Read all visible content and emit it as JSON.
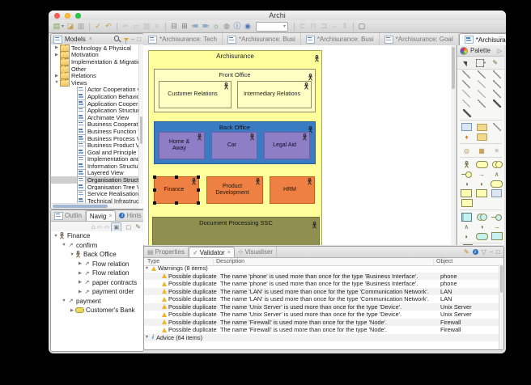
{
  "window": {
    "title": "Archi"
  },
  "colors": {
    "canvas_yellow": "#ffff9b",
    "inner_yellow": "#ffffc4",
    "back_office_blue": "#3a7cc4",
    "unit_purple": "#8d7ec5",
    "dept_orange": "#ef8044",
    "ssc_olive": "#8f8f4f"
  },
  "toolbar": {
    "items": [
      {
        "n": "new-button",
        "g": "▤",
        "c": "#7aa34e",
        "en": true,
        "dd": true
      },
      {
        "n": "open-button",
        "g": "◪",
        "c": "#c8a24e",
        "en": true
      },
      {
        "n": "save-button",
        "g": "▥",
        "c": "#9a9a9a",
        "en": true
      },
      {
        "n": "sep"
      },
      {
        "n": "validate-button",
        "g": "✓",
        "c": "#d99a2b",
        "en": true
      },
      {
        "n": "undo-button",
        "g": "↶",
        "c": "#c8a24e",
        "en": true
      },
      {
        "n": "sep"
      },
      {
        "n": "cut-button",
        "g": "✂",
        "en": false
      },
      {
        "n": "copy-button",
        "g": "▱",
        "en": false
      },
      {
        "n": "paste-button",
        "g": "▨",
        "en": false
      },
      {
        "n": "delete-button",
        "g": "×",
        "en": false
      },
      {
        "n": "sep"
      },
      {
        "n": "collapse-all-button",
        "g": "⊟",
        "c": "#777",
        "en": true
      },
      {
        "n": "layout-button",
        "g": "⊞",
        "c": "#777",
        "en": true
      },
      {
        "n": "outline-view-button",
        "g": "≔",
        "c": "#4a78b5",
        "en": true
      },
      {
        "n": "navigator-view-button",
        "g": "≕",
        "c": "#4a78b5",
        "en": true
      },
      {
        "n": "preferences-button",
        "g": "☼",
        "c": "#3f9e4f",
        "en": true
      },
      {
        "n": "settings-button",
        "g": "◍",
        "c": "#888",
        "en": true
      },
      {
        "n": "info-button",
        "g": "ⓘ",
        "c": "#2f6fbe",
        "en": true
      },
      {
        "n": "browser-button",
        "g": "◉",
        "c": "#4a78b5",
        "en": true
      },
      {
        "n": "zoom-combo",
        "combo": true
      },
      {
        "n": "sep"
      },
      {
        "n": "align-left-button",
        "g": "⊏",
        "en": false
      },
      {
        "n": "align-center-button",
        "g": "⊓",
        "en": false
      },
      {
        "n": "align-right-button",
        "g": "⊐",
        "en": false
      },
      {
        "n": "match-width-button",
        "g": "⇔",
        "en": false
      },
      {
        "n": "match-height-button",
        "g": "⇕",
        "en": false
      },
      {
        "n": "sep"
      },
      {
        "n": "fullscreen-button",
        "g": "▢",
        "c": "#666",
        "en": true
      }
    ]
  },
  "models_panel": {
    "title": "Models",
    "items": [
      {
        "depth": 1,
        "arrow": "▶",
        "icon": "folder",
        "label": "Technology & Physical"
      },
      {
        "depth": 1,
        "arrow": "▶",
        "icon": "folder",
        "label": "Motivation"
      },
      {
        "depth": 1,
        "arrow": "",
        "icon": "folder",
        "label": "Implementation & Migration"
      },
      {
        "depth": 1,
        "arrow": "",
        "icon": "folder",
        "label": "Other"
      },
      {
        "depth": 1,
        "arrow": "▶",
        "icon": "folder",
        "label": "Relations"
      },
      {
        "depth": 1,
        "arrow": "▼",
        "icon": "folder",
        "label": "Views"
      },
      {
        "depth": 2,
        "arrow": "",
        "icon": "view",
        "label": "Actor Cooperation view"
      },
      {
        "depth": 2,
        "arrow": "",
        "icon": "view",
        "label": "Application Behaviour View"
      },
      {
        "depth": 2,
        "arrow": "",
        "icon": "view",
        "label": "Application Cooperation View"
      },
      {
        "depth": 2,
        "arrow": "",
        "icon": "view",
        "label": "Application Structure View"
      },
      {
        "depth": 2,
        "arrow": "",
        "icon": "view",
        "label": "Archimate View"
      },
      {
        "depth": 2,
        "arrow": "",
        "icon": "view",
        "label": "Business Cooperation View"
      },
      {
        "depth": 2,
        "arrow": "",
        "icon": "view",
        "label": "Business Function View"
      },
      {
        "depth": 2,
        "arrow": "",
        "icon": "view",
        "label": "Business Process View"
      },
      {
        "depth": 2,
        "arrow": "",
        "icon": "view",
        "label": "Business Product View"
      },
      {
        "depth": 2,
        "arrow": "",
        "icon": "view",
        "label": "Goal and Principle View"
      },
      {
        "depth": 2,
        "arrow": "",
        "icon": "view",
        "label": "Implementation and Installati"
      },
      {
        "depth": 2,
        "arrow": "",
        "icon": "view",
        "label": "Information Structure View"
      },
      {
        "depth": 2,
        "arrow": "",
        "icon": "view",
        "label": "Layered View"
      },
      {
        "depth": 2,
        "arrow": "",
        "icon": "view",
        "label": "Organisation Structure View",
        "selected": true
      },
      {
        "depth": 2,
        "arrow": "",
        "icon": "view",
        "label": "Organisation Tree View"
      },
      {
        "depth": 2,
        "arrow": "",
        "icon": "view",
        "label": "Service Realisation View"
      },
      {
        "depth": 2,
        "arrow": "",
        "icon": "view",
        "label": "Technical Infrastructure View"
      }
    ]
  },
  "navigator_panel": {
    "tabs": [
      {
        "label": "Outlin",
        "active": false
      },
      {
        "label": "Navig",
        "active": true
      },
      {
        "label": "Hints",
        "active": false
      }
    ],
    "items": [
      {
        "depth": 0,
        "arrow": "▼",
        "icon": "actor",
        "label": "Finance"
      },
      {
        "depth": 1,
        "arrow": "▼",
        "icon": "relation",
        "label": "confirm"
      },
      {
        "depth": 2,
        "arrow": "▼",
        "icon": "actor",
        "label": "Back Office"
      },
      {
        "depth": 3,
        "arrow": "▶",
        "icon": "relation",
        "label": "Flow relation"
      },
      {
        "depth": 3,
        "arrow": "▶",
        "icon": "relation",
        "label": "Flow relation"
      },
      {
        "depth": 3,
        "arrow": "▶",
        "icon": "relation",
        "label": "paper contracts"
      },
      {
        "depth": 3,
        "arrow": "▶",
        "icon": "relation",
        "label": "payment order"
      },
      {
        "depth": 1,
        "arrow": "▼",
        "icon": "relation",
        "label": "payment"
      },
      {
        "depth": 2,
        "arrow": "▶",
        "icon": "role",
        "label": "Customer's Bank"
      }
    ]
  },
  "editor": {
    "tabs": [
      {
        "label": "*Archisurance: Tech",
        "active": false
      },
      {
        "label": "*Archisurance: Busi",
        "active": false
      },
      {
        "label": "*Archisurance: Busi",
        "active": false
      },
      {
        "label": "*Archisurance: Goal",
        "active": false
      },
      {
        "label": "*Archisurance: Org",
        "active": true
      }
    ]
  },
  "diagram": {
    "root_label": "Archisurance",
    "front_office": {
      "label": "Front Office",
      "items": [
        {
          "label": "Customer Relations"
        },
        {
          "label": "Intermediary Relations"
        }
      ]
    },
    "back_office": {
      "label": "Back Office",
      "items": [
        {
          "label": "Home &  Away"
        },
        {
          "label": "Car"
        },
        {
          "label": "Legal Aid"
        }
      ]
    },
    "departments": {
      "items": [
        {
          "label": "Finance",
          "selected": true
        },
        {
          "label": "Product Development"
        },
        {
          "label": "HRM"
        }
      ]
    },
    "ssc_label": "Document Processing SSC"
  },
  "palette": {
    "title": "Palette",
    "rows": [
      {
        "items": [
          {
            "n": "specialization-relation",
            "s": "line"
          },
          {
            "n": "composition-relation",
            "s": "line"
          },
          {
            "n": "aggregation-relation",
            "s": "line"
          }
        ]
      },
      {
        "items": [
          {
            "n": "assignment-relation",
            "s": "line"
          },
          {
            "n": "realization-relation",
            "s": "linedash"
          },
          {
            "n": "serving-relation",
            "s": "line"
          }
        ]
      },
      {
        "items": [
          {
            "n": "access-relation",
            "s": "linedash"
          },
          {
            "n": "influence-relation",
            "s": "linedash"
          },
          {
            "n": "triggering-relation",
            "s": "line"
          }
        ]
      },
      {
        "items": [
          {
            "n": "flow-relation",
            "s": "linedash"
          },
          {
            "n": "association-relation",
            "s": "line"
          },
          {
            "n": "junction",
            "s": "dotline"
          }
        ]
      },
      {
        "items": [
          {
            "n": "magic-connector",
            "s": "dotline"
          }
        ]
      },
      {
        "divider": true
      },
      {
        "items": [
          {
            "n": "diagram-note",
            "s": "noterect"
          },
          {
            "n": "diagram-group",
            "s": "folder"
          },
          {
            "n": "diagram-connection",
            "s": "line"
          }
        ]
      },
      {
        "items": [
          {
            "n": "location",
            "s": "pin"
          },
          {
            "n": "grouping",
            "s": "folder"
          }
        ]
      },
      {
        "divider": true
      },
      {
        "items": [
          {
            "n": "stakeholder",
            "s": "target"
          },
          {
            "n": "driver",
            "s": "grid"
          },
          {
            "n": "assessment",
            "s": "spark"
          }
        ]
      },
      {
        "divider": true
      },
      {
        "items": [
          {
            "n": "business-actor",
            "s": "actor",
            "c": "#ffffb5"
          },
          {
            "n": "business-role",
            "s": "pill",
            "c": "#ffffb5"
          },
          {
            "n": "business-collaboration",
            "s": "circles",
            "c": "#ffffb5"
          }
        ]
      },
      {
        "items": [
          {
            "n": "business-interface",
            "s": "iface",
            "c": "#ffffb5"
          },
          {
            "n": "business-process",
            "s": "arrow",
            "c": "#ffffb5"
          },
          {
            "n": "business-function",
            "s": "chev",
            "c": "#ffffb5"
          }
        ]
      },
      {
        "items": [
          {
            "n": "business-interaction",
            "s": "halfc",
            "c": "#ffffb5"
          },
          {
            "n": "business-event",
            "s": "moon",
            "c": "#ffffb5"
          },
          {
            "n": "business-service",
            "s": "pill",
            "c": "#ffffb5"
          }
        ]
      },
      {
        "items": [
          {
            "n": "business-object",
            "s": "rect",
            "c": "#ffffb5"
          },
          {
            "n": "contract",
            "s": "rect",
            "c": "#ffffb5"
          },
          {
            "n": "representation",
            "s": "noterect",
            "c": "#ffffb5"
          }
        ]
      },
      {
        "items": [
          {
            "n": "product",
            "s": "rect",
            "c": "#ffffb5"
          }
        ]
      },
      {
        "divider": true
      },
      {
        "items": [
          {
            "n": "application-component",
            "s": "comp",
            "c": "#c5f1f1"
          },
          {
            "n": "application-collaboration",
            "s": "circles",
            "c": "#c5f1f1"
          },
          {
            "n": "application-interface",
            "s": "iface",
            "c": "#c5f1f1"
          }
        ]
      },
      {
        "items": [
          {
            "n": "application-function",
            "s": "chev",
            "c": "#c5f1f1"
          },
          {
            "n": "application-interaction",
            "s": "halfc",
            "c": "#c5f1f1"
          },
          {
            "n": "application-process",
            "s": "arrow",
            "c": "#c5f1f1"
          }
        ]
      },
      {
        "items": [
          {
            "n": "application-event",
            "s": "moon",
            "c": "#c5f1f1"
          },
          {
            "n": "application-service",
            "s": "pill",
            "c": "#c5f1f1"
          },
          {
            "n": "data-object",
            "s": "rect",
            "c": "#c5f1f1"
          }
        ]
      },
      {
        "divider": true
      },
      {
        "items": [
          {
            "n": "node",
            "s": "cube",
            "c": "#cfe8c0"
          },
          {
            "n": "device",
            "s": "device",
            "c": "#cfe8c0"
          },
          {
            "n": "artifact",
            "s": "diamond",
            "c": "#cfe8c0"
          }
        ]
      }
    ]
  },
  "validator_panel": {
    "tabs": [
      {
        "label": "Properties",
        "active": false
      },
      {
        "label": "Validator",
        "active": true
      },
      {
        "label": "Visualiser",
        "active": false
      }
    ],
    "columns": [
      "Type",
      "Description",
      "Object"
    ],
    "rows": [
      {
        "group": true,
        "icon": "warning",
        "type": "Warnings (8 items)",
        "desc": "",
        "obj": ""
      },
      {
        "icon": "warning",
        "type": "Possible duplicate",
        "desc": "The name 'phone' is used more than once for the type 'Business Interface'.",
        "obj": "phone"
      },
      {
        "icon": "warning",
        "type": "Possible duplicate",
        "desc": "The name 'phone' is used more than once for the type 'Business Interface'.",
        "obj": "phone"
      },
      {
        "icon": "warning",
        "type": "Possible duplicate",
        "desc": "The name 'LAN' is used more than once for the type 'Communication Network'.",
        "obj": "LAN"
      },
      {
        "icon": "warning",
        "type": "Possible duplicate",
        "desc": "The name 'LAN' is used more than once for the type 'Communication Network'.",
        "obj": "LAN"
      },
      {
        "icon": "warning",
        "type": "Possible duplicate",
        "desc": "The name 'Unix Server' is used more than once for the type 'Device'.",
        "obj": "Unix Server"
      },
      {
        "icon": "warning",
        "type": "Possible duplicate",
        "desc": "The name 'Unix Server' is used more than once for the type 'Device'.",
        "obj": "Unix Server"
      },
      {
        "icon": "warning",
        "type": "Possible duplicate",
        "desc": "The name 'Firewall' is used more than once for the type 'Node'.",
        "obj": "Firewall"
      },
      {
        "icon": "warning",
        "type": "Possible duplicate",
        "desc": "The name 'Firewall' is used more than once for the type 'Node'.",
        "obj": "Firewall"
      },
      {
        "group": true,
        "icon": "advice",
        "type": "Advice (64 items)",
        "desc": "",
        "obj": ""
      }
    ]
  }
}
